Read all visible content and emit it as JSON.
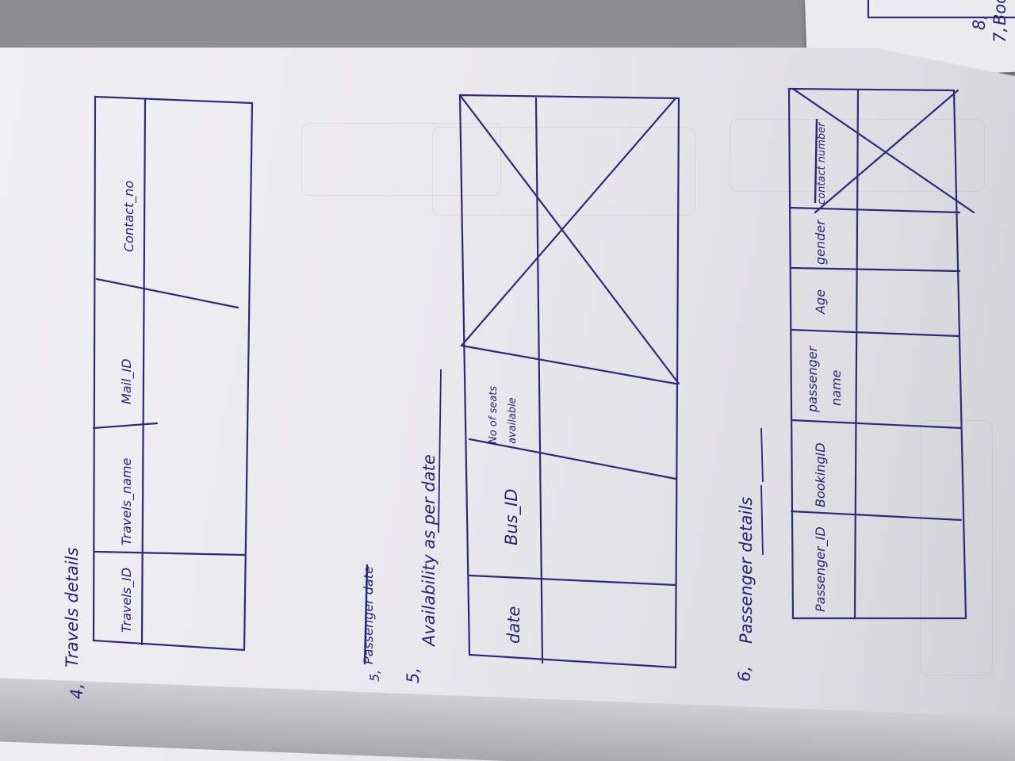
{
  "corner_note": {
    "number": "7,",
    "text": "Boo"
  },
  "section_8_number": "8,",
  "section_4": {
    "number": "4,",
    "title": "Travels details",
    "columns": [
      "Travels_ID",
      "Travels_name",
      "Mail_ID",
      "Contact_no"
    ]
  },
  "struck_heading": {
    "number": "5,",
    "text": "Passenger date"
  },
  "section_5": {
    "number": "5,",
    "title": "Availability as per date",
    "columns": [
      "date",
      "Bus_ID",
      "No of seats",
      "available"
    ]
  },
  "section_6": {
    "number": "6,",
    "title": "Passenger details",
    "columns": [
      "Passenger_ID",
      "BookingID",
      "passenger",
      "name",
      "Age",
      "gender",
      "contact number"
    ]
  },
  "colors": {
    "ink": "#2c2a7e",
    "paper": "#efeef2"
  }
}
